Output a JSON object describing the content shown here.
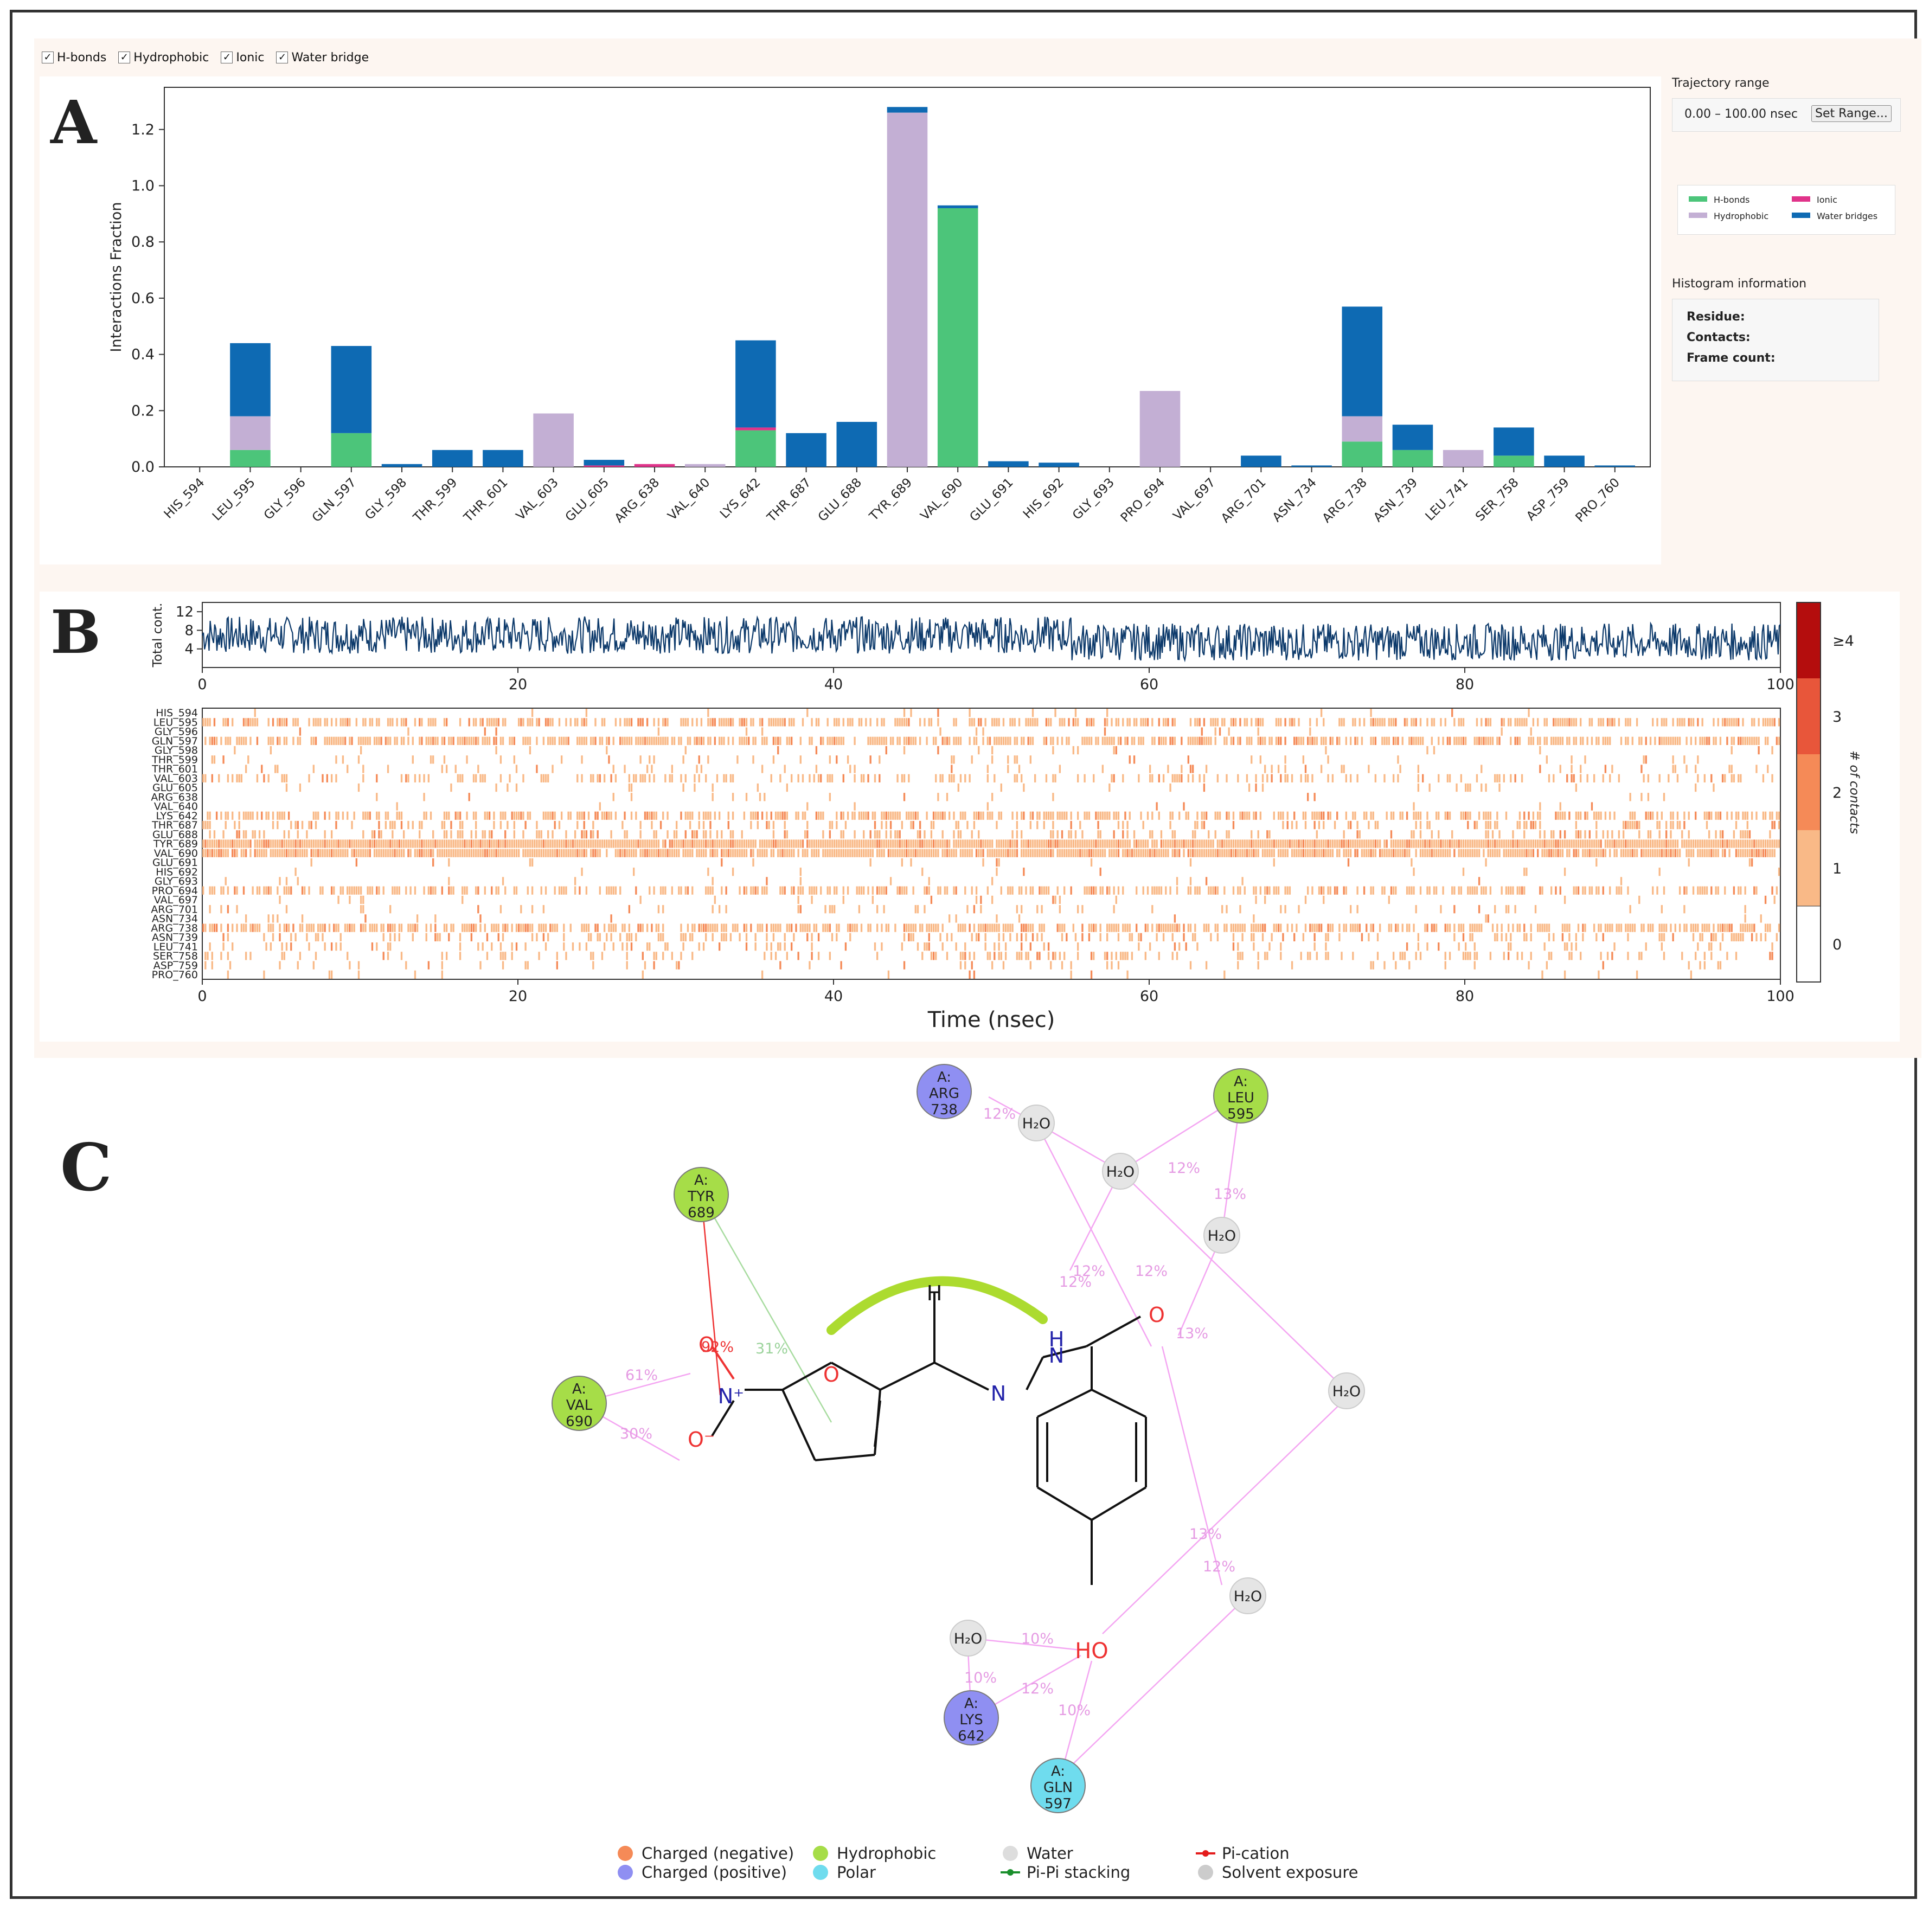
{
  "toolbar": {
    "checkboxes": [
      {
        "label": "H-bonds",
        "checked": "✓"
      },
      {
        "label": "Hydrophobic",
        "checked": "✓"
      },
      {
        "label": "Ionic",
        "checked": "✓"
      },
      {
        "label": "Water bridge",
        "checked": "✓"
      }
    ]
  },
  "panels": {
    "a": "A",
    "b": "B",
    "c": "C"
  },
  "side": {
    "trajectory_title": "Trajectory range",
    "range_value": "0.00 – 100.00 nsec",
    "set_range_label": "Set Range...",
    "histogram_title": "Histogram information",
    "residue_label": "Residue:",
    "contacts_label": "Contacts:",
    "frame_count_label": "Frame count:"
  },
  "chart_data": [
    {
      "type": "bar",
      "ylabel": "Interactions Fraction",
      "ylim": [
        0,
        1.35
      ],
      "yticks": [
        "0.0",
        "0.2",
        "0.4",
        "0.6",
        "0.8",
        "1.0",
        "1.2"
      ],
      "categories": [
        "HIS_594",
        "LEU_595",
        "GLY_596",
        "GLN_597",
        "GLY_598",
        "THR_599",
        "THR_601",
        "VAL_603",
        "GLU_605",
        "ARG_638",
        "VAL_640",
        "LYS_642",
        "THR_687",
        "GLU_688",
        "TYR_689",
        "VAL_690",
        "GLU_691",
        "HIS_692",
        "GLY_693",
        "PRO_694",
        "VAL_697",
        "ARG_701",
        "ASN_734",
        "ARG_738",
        "ASN_739",
        "LEU_741",
        "SER_758",
        "ASP_759",
        "PRO_760"
      ],
      "series": [
        {
          "name": "H-bonds",
          "color": "#4cc57a",
          "values": [
            0,
            0.06,
            0,
            0.12,
            0,
            0,
            0,
            0,
            0,
            0,
            0,
            0.13,
            0,
            0,
            0,
            0.92,
            0,
            0,
            0,
            0,
            0,
            0,
            0,
            0.09,
            0.06,
            0,
            0.04,
            0,
            0
          ]
        },
        {
          "name": "Hydrophobic",
          "color": "#c3afd4",
          "values": [
            0,
            0.12,
            0,
            0,
            0,
            0,
            0,
            0.19,
            0,
            0,
            0.01,
            0,
            0,
            0,
            1.26,
            0,
            0,
            0,
            0,
            0.27,
            0,
            0,
            0,
            0.09,
            0,
            0.06,
            0,
            0,
            0
          ]
        },
        {
          "name": "Ionic",
          "color": "#e0338a",
          "values": [
            0,
            0,
            0,
            0,
            0,
            0,
            0,
            0,
            0.005,
            0.01,
            0,
            0.01,
            0,
            0,
            0,
            0,
            0,
            0,
            0,
            0,
            0,
            0,
            0,
            0,
            0,
            0,
            0,
            0,
            0
          ]
        },
        {
          "name": "Water bridges",
          "color": "#0e6ab3",
          "values": [
            0,
            0.26,
            0,
            0.31,
            0.01,
            0.06,
            0.06,
            0,
            0.02,
            0,
            0,
            0.31,
            0.12,
            0.16,
            0.02,
            0.01,
            0.02,
            0.015,
            0,
            0,
            0,
            0.04,
            0.005,
            0.39,
            0.09,
            0,
            0.1,
            0.04,
            0.005
          ]
        }
      ]
    },
    {
      "type": "line",
      "ylabel": "Total cont.",
      "xlabel": "Time (nsec)",
      "yticks": [
        "4",
        "8",
        "12"
      ],
      "xticks": [
        "0",
        "20",
        "40",
        "60",
        "80",
        "100"
      ],
      "ylim": [
        0,
        14
      ],
      "xlim": [
        0,
        100
      ],
      "color": "#0d3a6b"
    },
    {
      "type": "heatmap",
      "rows": [
        "HIS_594",
        "LEU_595",
        "GLY_596",
        "GLN_597",
        "GLY_598",
        "THR_599",
        "THR_601",
        "VAL_603",
        "GLU_605",
        "ARG_638",
        "VAL_640",
        "LYS_642",
        "THR_687",
        "GLU_688",
        "TYR_689",
        "VAL_690",
        "GLU_691",
        "HIS_692",
        "GLY_693",
        "PRO_694",
        "VAL_697",
        "ARG_701",
        "ASN_734",
        "ARG_738",
        "ASN_739",
        "LEU_741",
        "SER_758",
        "ASP_759",
        "PRO_760"
      ],
      "row_density": [
        0.02,
        0.55,
        0.02,
        0.65,
        0.05,
        0.08,
        0.1,
        0.3,
        0.04,
        0.02,
        0.02,
        0.5,
        0.25,
        0.28,
        0.98,
        0.9,
        0.04,
        0.04,
        0.02,
        0.45,
        0.03,
        0.1,
        0.03,
        0.6,
        0.25,
        0.15,
        0.22,
        0.1,
        0.02
      ],
      "colorbar_label": "# of contacts",
      "colorbar_ticks": [
        "0",
        "1",
        "2",
        "3",
        "≥4"
      ],
      "colors": [
        "#ffffff",
        "#f9b987",
        "#f58a57",
        "#e8563a",
        "#b40d0d"
      ],
      "xticks": [
        "0",
        "20",
        "40",
        "60",
        "80",
        "100"
      ],
      "xlabel": "Time (nsec)"
    }
  ],
  "legend_a": [
    {
      "label": "H-bonds",
      "color": "#4cc57a"
    },
    {
      "label": "Ionic",
      "color": "#e0338a"
    },
    {
      "label": "Hydrophobic",
      "color": "#c3afd4"
    },
    {
      "label": "Water bridges",
      "color": "#0e6ab3"
    }
  ],
  "diagram": {
    "residues": [
      {
        "name": "ARG738",
        "line1": "A:",
        "line2": "ARG",
        "line3": "738",
        "color": "#8f8ff2"
      },
      {
        "name": "LEU595",
        "line1": "A:",
        "line2": "LEU",
        "line3": "595",
        "color": "#a6dd48"
      },
      {
        "name": "TYR689",
        "line1": "A:",
        "line2": "TYR",
        "line3": "689",
        "color": "#a6dd48"
      },
      {
        "name": "VAL690",
        "line1": "A:",
        "line2": "VAL",
        "line3": "690",
        "color": "#a6dd48"
      },
      {
        "name": "LYS642",
        "line1": "A:",
        "line2": "LYS",
        "line3": "642",
        "color": "#8f8ff2"
      },
      {
        "name": "GLN597",
        "line1": "A:",
        "line2": "GLN",
        "line3": "597",
        "color": "#6fdcee"
      }
    ],
    "water": "H₂O",
    "percent": [
      "12%",
      "12%",
      "13%",
      "12%",
      "12%",
      "12%",
      "13%",
      "92%",
      "31%",
      "61%",
      "30%",
      "13%",
      "12%",
      "10%",
      "10%",
      "12%",
      "10%"
    ],
    "atoms": {
      "H": "H",
      "O": "O",
      "N": "N",
      "Nplus": "N⁺",
      "Ominus": "O⁻",
      "HO": "HO"
    }
  },
  "legend_c": [
    {
      "label": "Charged (negative)",
      "color": "#f58a57",
      "kind": "dot"
    },
    {
      "label": "Hydrophobic",
      "color": "#a6dd48",
      "kind": "dot"
    },
    {
      "label": "Water",
      "color": "#dddddd",
      "kind": "dot"
    },
    {
      "label": "Pi-cation",
      "color": "#e41c1c",
      "kind": "line"
    },
    {
      "label": "Charged (positive)",
      "color": "#8f8ff2",
      "kind": "dot"
    },
    {
      "label": "Polar",
      "color": "#6fdcee",
      "kind": "dot"
    },
    {
      "label": "Pi-Pi stacking",
      "color": "#1a8f2c",
      "kind": "line"
    },
    {
      "label": "Solvent exposure",
      "color": "#cccccc",
      "kind": "dot"
    }
  ]
}
